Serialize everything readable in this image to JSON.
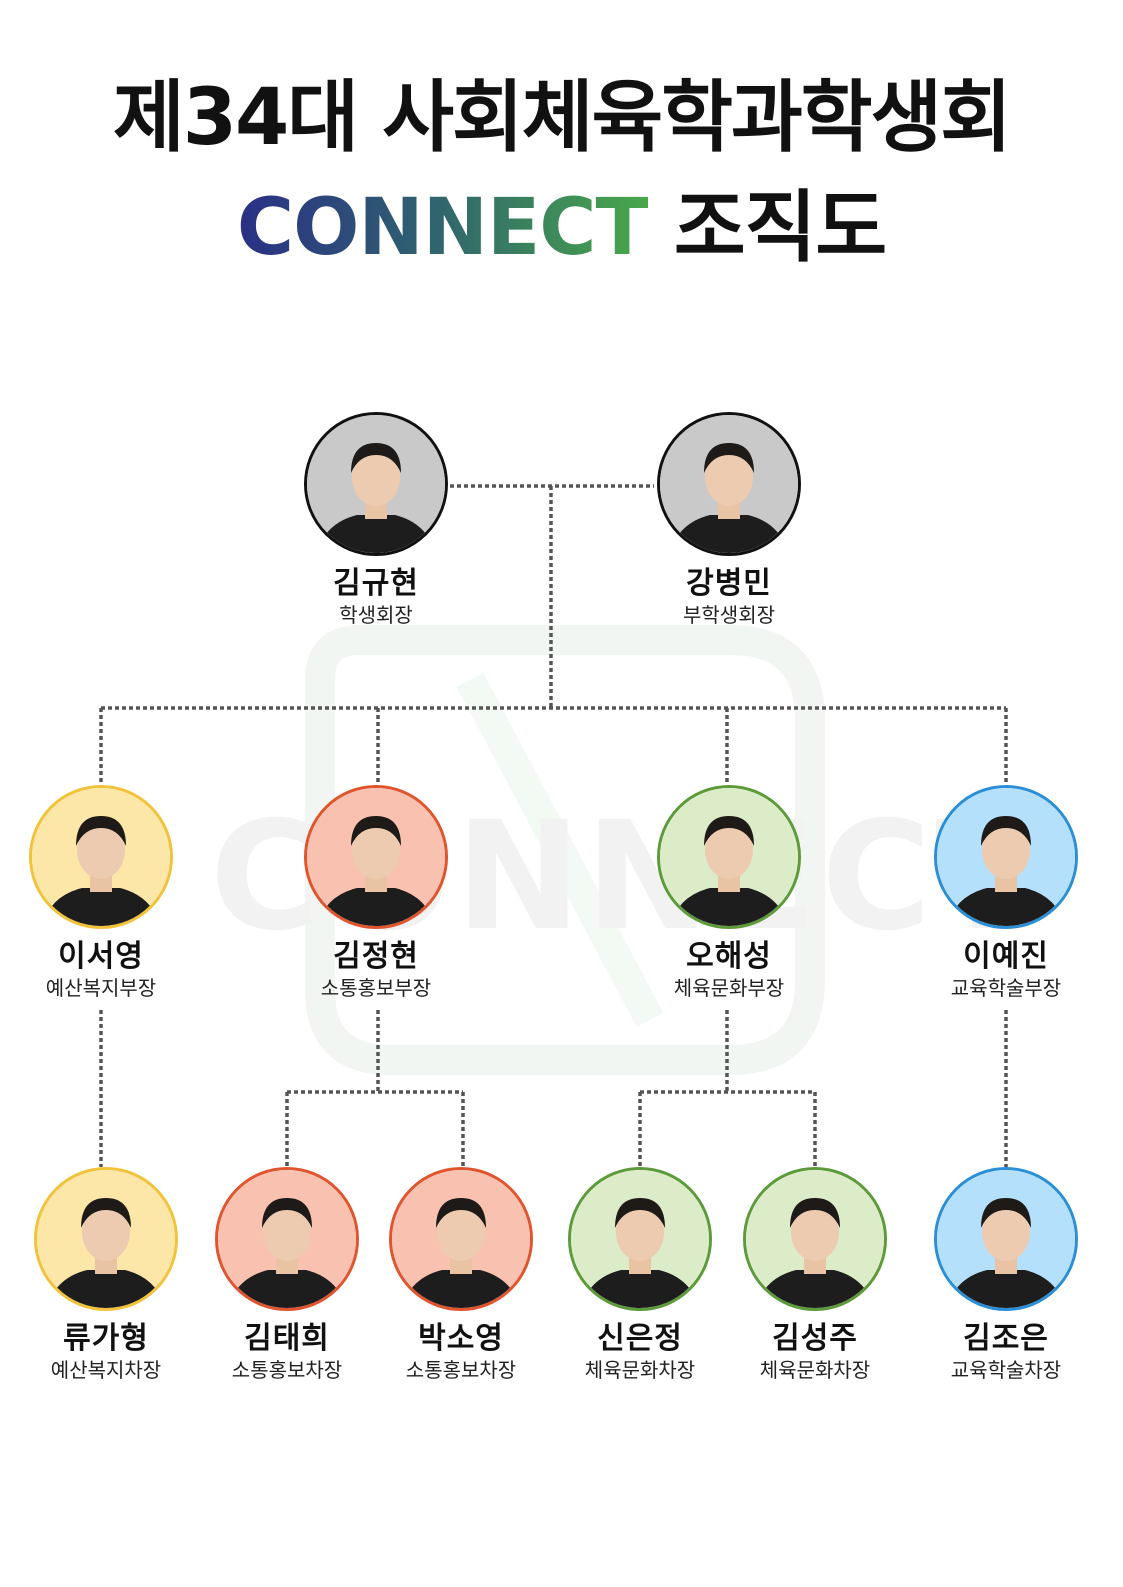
{
  "title": {
    "line1": "제34대 사회체육학과학생회",
    "brand": "CONNECT",
    "suffix": " 조직도"
  },
  "watermark": "CONNECT",
  "colors": {
    "black": "#111111",
    "yellow": "#f2c23a",
    "yellow_bg": "#fde7a8",
    "red": "#e0542e",
    "red_bg": "#f8c1b0",
    "green": "#5c9a3a",
    "green_bg": "#dcecc8",
    "blue": "#2a8fd6",
    "blue_bg": "#b5e0fb"
  },
  "leaders": [
    {
      "name": "김규현",
      "role": "학생회장",
      "theme": "black"
    },
    {
      "name": "강병민",
      "role": "부학생회장",
      "theme": "black"
    }
  ],
  "heads": [
    {
      "name": "이서영",
      "role": "예산복지부장",
      "theme": "yellow"
    },
    {
      "name": "김정현",
      "role": "소통홍보부장",
      "theme": "red"
    },
    {
      "name": "오해성",
      "role": "체육문화부장",
      "theme": "green"
    },
    {
      "name": "이예진",
      "role": "교육학술부장",
      "theme": "blue"
    }
  ],
  "deputies": [
    {
      "name": "류가형",
      "role": "예산복지차장",
      "theme": "yellow"
    },
    {
      "name": "김태희",
      "role": "소통홍보차장",
      "theme": "red"
    },
    {
      "name": "박소영",
      "role": "소통홍보차장",
      "theme": "red"
    },
    {
      "name": "신은정",
      "role": "체육문화차장",
      "theme": "green"
    },
    {
      "name": "김성주",
      "role": "체육문화차장",
      "theme": "green"
    },
    {
      "name": "김조은",
      "role": "교육학술차장",
      "theme": "blue"
    }
  ]
}
